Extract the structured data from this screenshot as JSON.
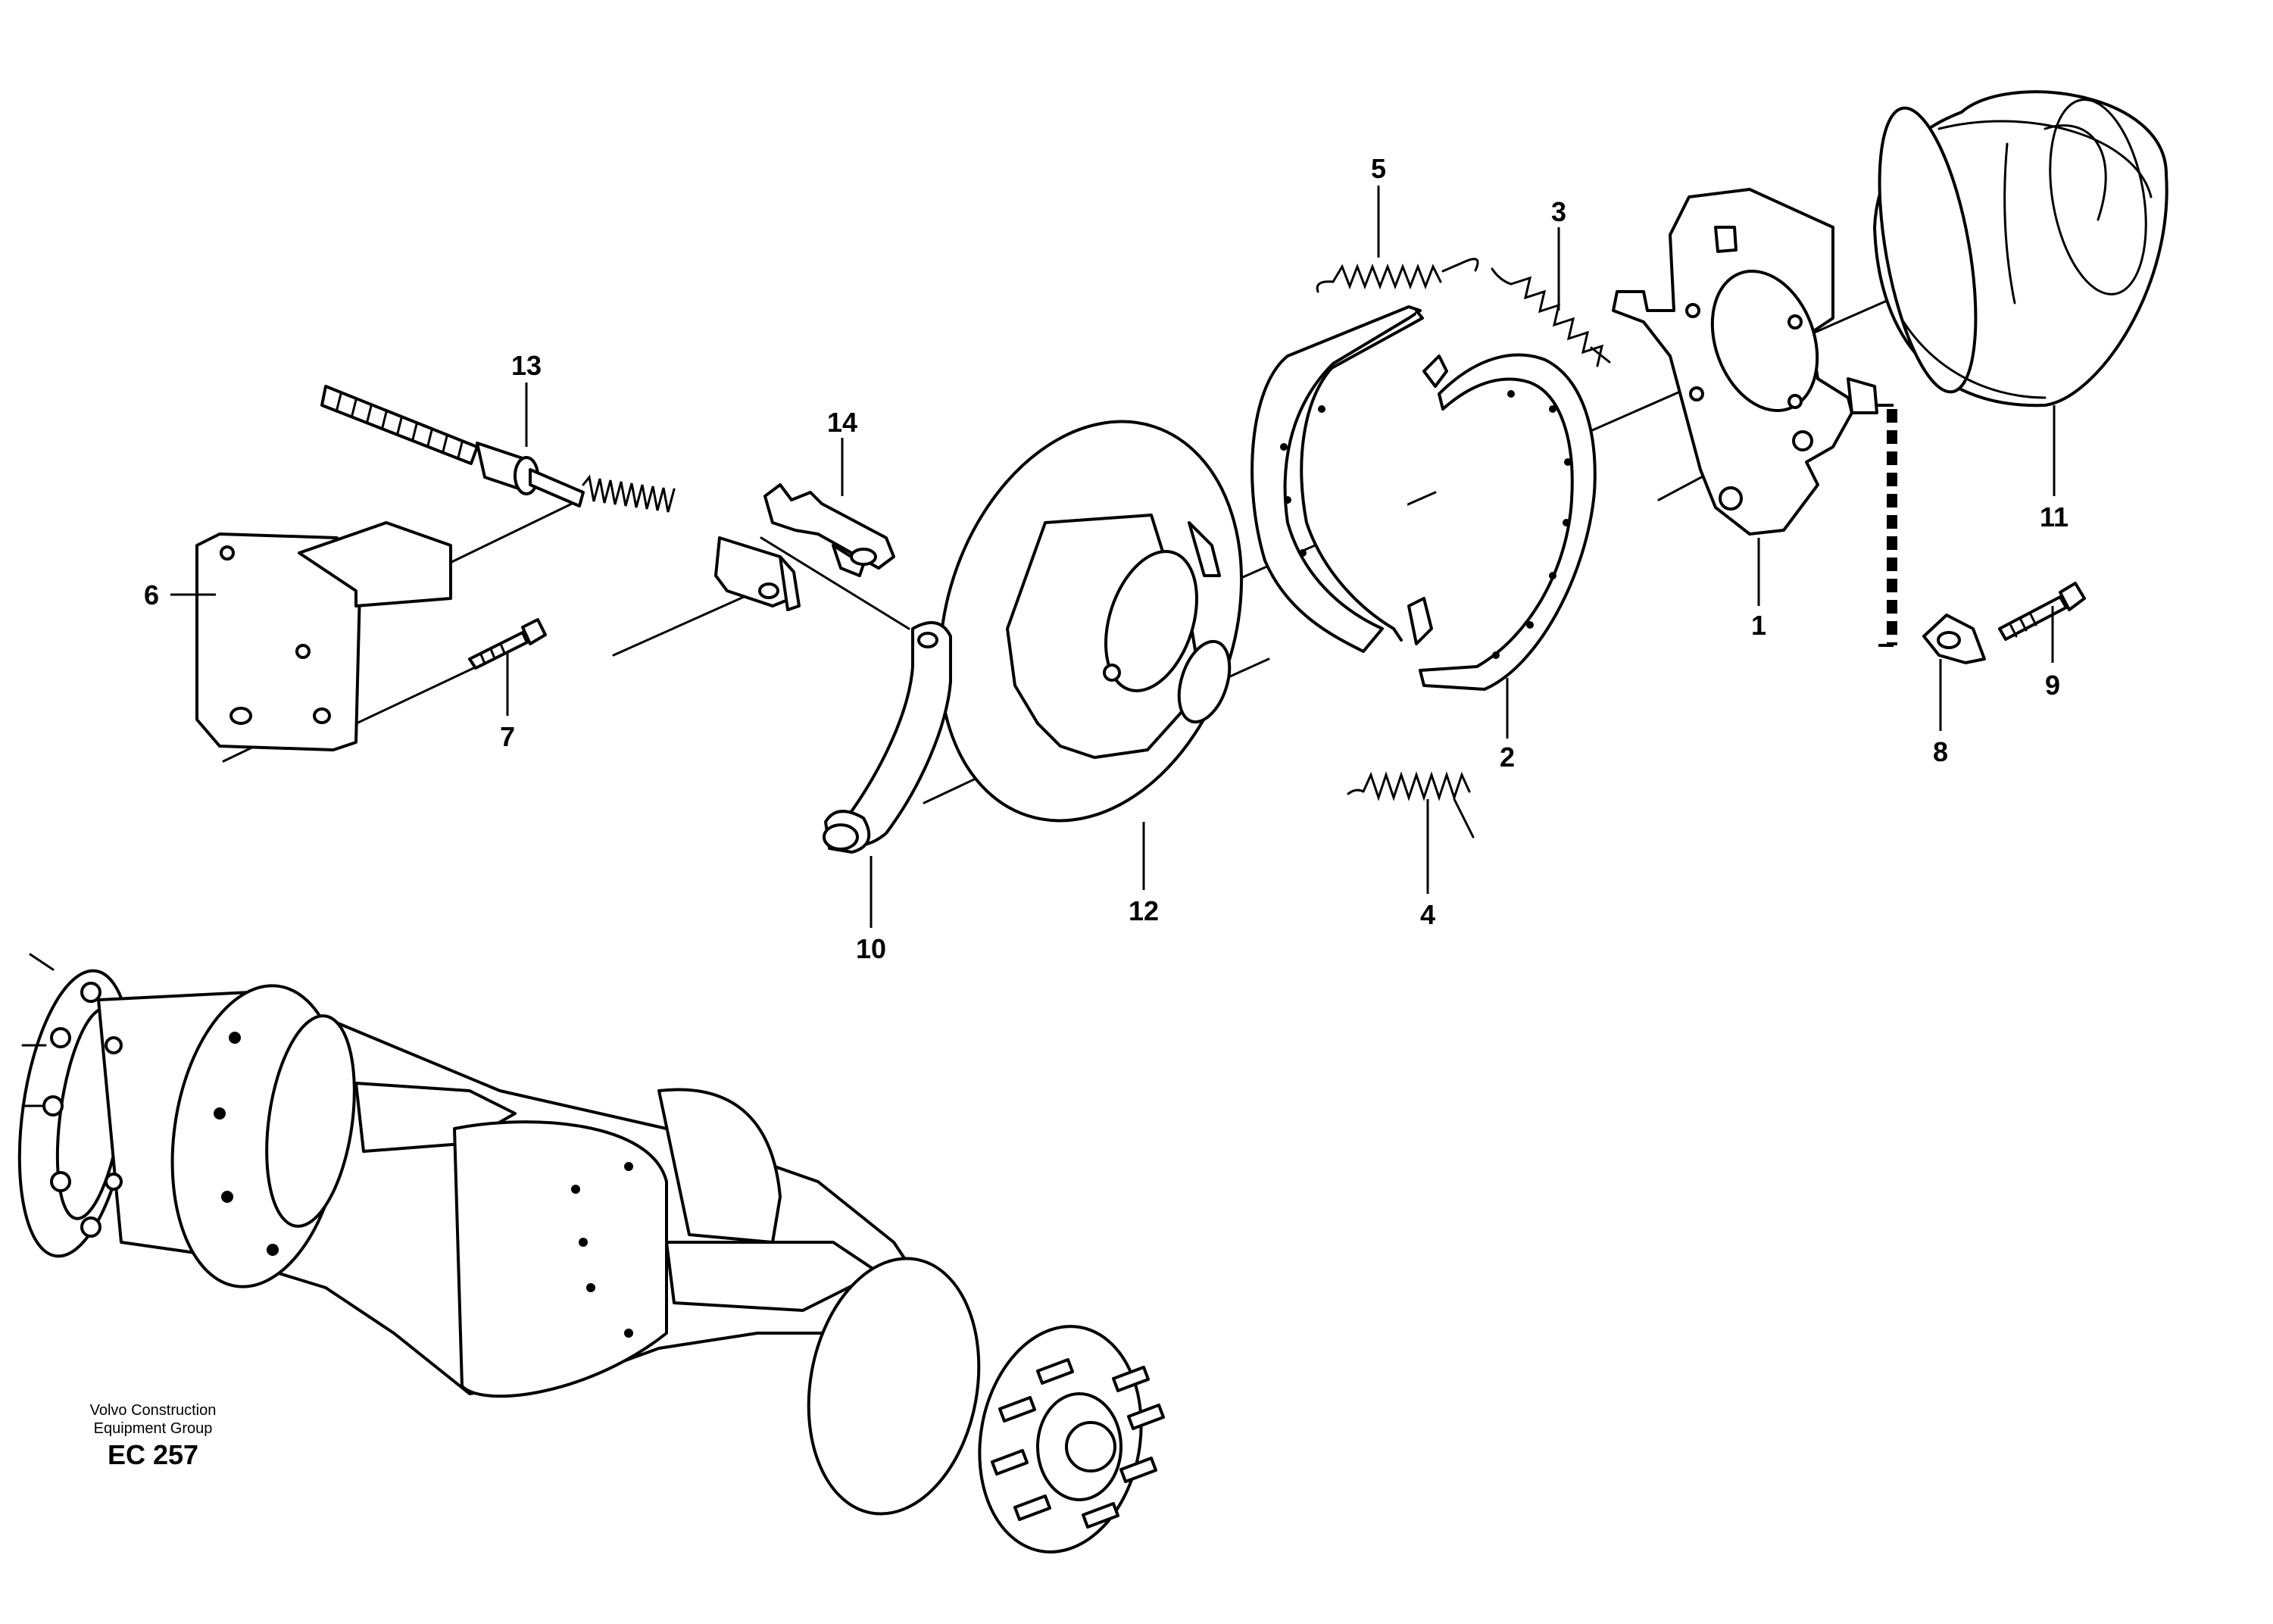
{
  "callouts": {
    "c1": "1",
    "c2": "2",
    "c3": "3",
    "c4": "4",
    "c5": "5",
    "c6": "6",
    "c7": "7",
    "c8": "8",
    "c9": "9",
    "c10": "10",
    "c11": "11",
    "c12": "12",
    "c13": "13",
    "c14": "14"
  },
  "credit": {
    "line1": "Volvo Construction",
    "line2": "Equipment Group",
    "code": "EC 257"
  }
}
